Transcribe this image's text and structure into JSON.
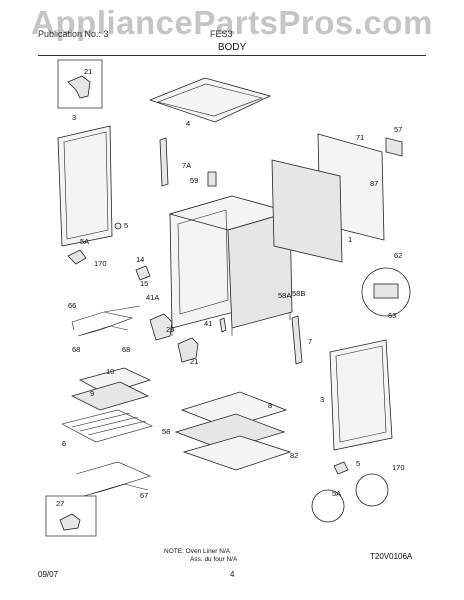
{
  "watermark": "AppliancePartsPros.com",
  "header": {
    "left_text": "Publication No.: 3",
    "mid_text": "FES3",
    "section_title": "BODY"
  },
  "labels": [
    "21",
    "3",
    "4",
    "71",
    "57",
    "7A",
    "59",
    "87",
    "5",
    "5A",
    "170",
    "14",
    "15",
    "41A",
    "1",
    "62",
    "58A",
    "58B",
    "63",
    "66",
    "29",
    "41",
    "68",
    "68",
    "21",
    "7",
    "10",
    "9",
    "8",
    "3",
    "6",
    "58",
    "82",
    "5",
    "170",
    "67",
    "27",
    "5A"
  ],
  "note": {
    "line1": "NOTE: Oven Liner N/A",
    "line2": "Ass. du four N/A"
  },
  "figure_id": "T20V0106A",
  "footer": {
    "date": "09/07",
    "page": "4"
  }
}
